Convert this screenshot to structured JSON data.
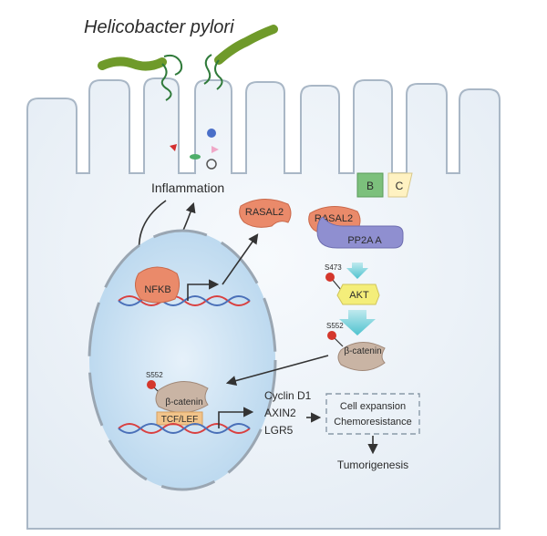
{
  "title": "Helicobacter pylori",
  "labels": {
    "inflammation": "Inflammation",
    "nfkb": "NFKB",
    "rasal2_free": "RASAL2",
    "rasal2_complex": "RASAL2",
    "pp2a": "PP2A A",
    "subunit_b": "B",
    "subunit_c": "C",
    "s473": "S473",
    "akt": "AKT",
    "s552_cyto": "S552",
    "bcatenin_cyto": "β-catenin",
    "s552_nuc": "S552",
    "bcatenin_nuc": "β-catenin",
    "tcf_lef": "TCF/LEF",
    "target_genes": [
      "Cyclin D1",
      "AXIN2",
      "LGR5"
    ],
    "outcomes": [
      "Cell expansion",
      "Chemoresistance"
    ],
    "final": "Tumorigenesis"
  },
  "colors": {
    "cell_fill": "#eef3f8",
    "cell_stroke": "#a9b7c6",
    "nucleus_fill": "#cfe3f3",
    "bacterium": "#6f9a2a",
    "flagella": "#2f7a3a",
    "rasal2": "#ea8a6a",
    "pp2a": "#8f8fd0",
    "subunit_b": "#7cc07c",
    "subunit_c": "#fff2c2",
    "akt": "#f4ee7a",
    "bcatenin": "#c9b4a4",
    "phospho": "#d4372c",
    "tcf_lef": "#f2c48a",
    "dna_red": "#d94040",
    "dna_blue": "#4a70b8",
    "arrow": "#333333"
  }
}
